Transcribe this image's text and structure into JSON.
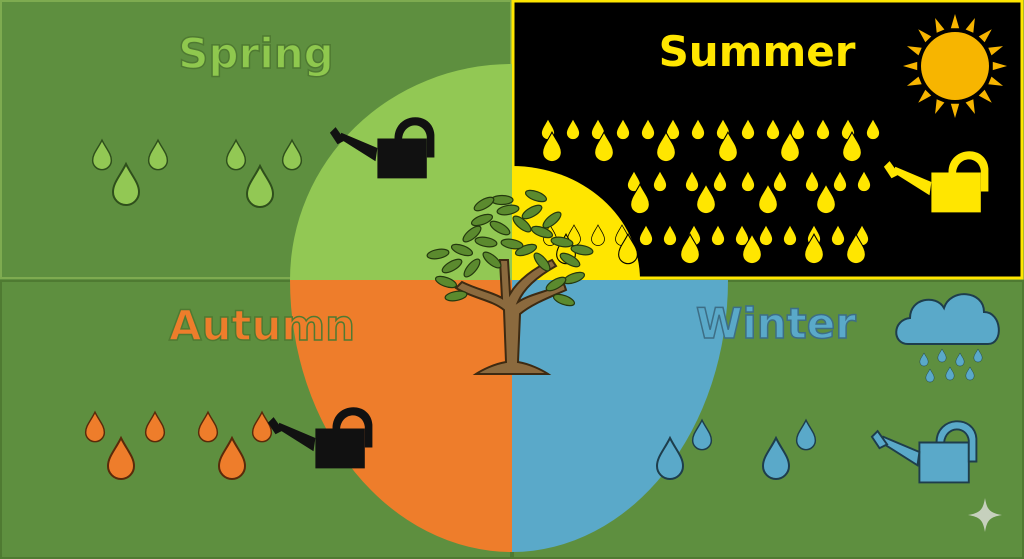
{
  "quadrants": [
    {
      "id": "spring",
      "label": "Spring",
      "fill": "#5e8f3f",
      "text_color": "#8fc84e",
      "stroke_color": "#4f7a32",
      "circle_color": "#92c854",
      "drop_color": "#92c854",
      "can_color": "#111111"
    },
    {
      "id": "summer",
      "label": "Summer",
      "fill": "#000000",
      "text_color": "#ffe600",
      "stroke_color": "#000000",
      "circle_color": "#ffe600",
      "drop_color": "#ffe600",
      "can_color": "#ffe600",
      "border_color": "#ffe600"
    },
    {
      "id": "autumn",
      "label": "Autumn",
      "fill": "#5e8f3f",
      "text_color": "#ee7d2b",
      "stroke_color": "#4f7a32",
      "circle_color": "#ee7d2b",
      "drop_color": "#ee7d2b",
      "can_color": "#111111"
    },
    {
      "id": "winter",
      "label": "Winter",
      "fill": "#5e8f3f",
      "text_color": "#5aa9c9",
      "stroke_color": "#3d6e86",
      "circle_color": "#5aa9c9",
      "drop_color": "#5aa9c9",
      "can_color": "#5aa9c9"
    }
  ],
  "icons": {
    "center": "olive-tree-icon",
    "sun": "sun-icon",
    "cloud": "rain-cloud-icon",
    "can": "watering-can-icon",
    "drop": "water-drop-icon",
    "sparkle": "sparkle-icon"
  },
  "colors": {
    "tree_trunk": "#8b6a3e",
    "tree_leaves": "#5b8a2e",
    "sun": "#f7b500",
    "cloud": "#5aa9c9",
    "sparkle": "#d8dcd4"
  }
}
